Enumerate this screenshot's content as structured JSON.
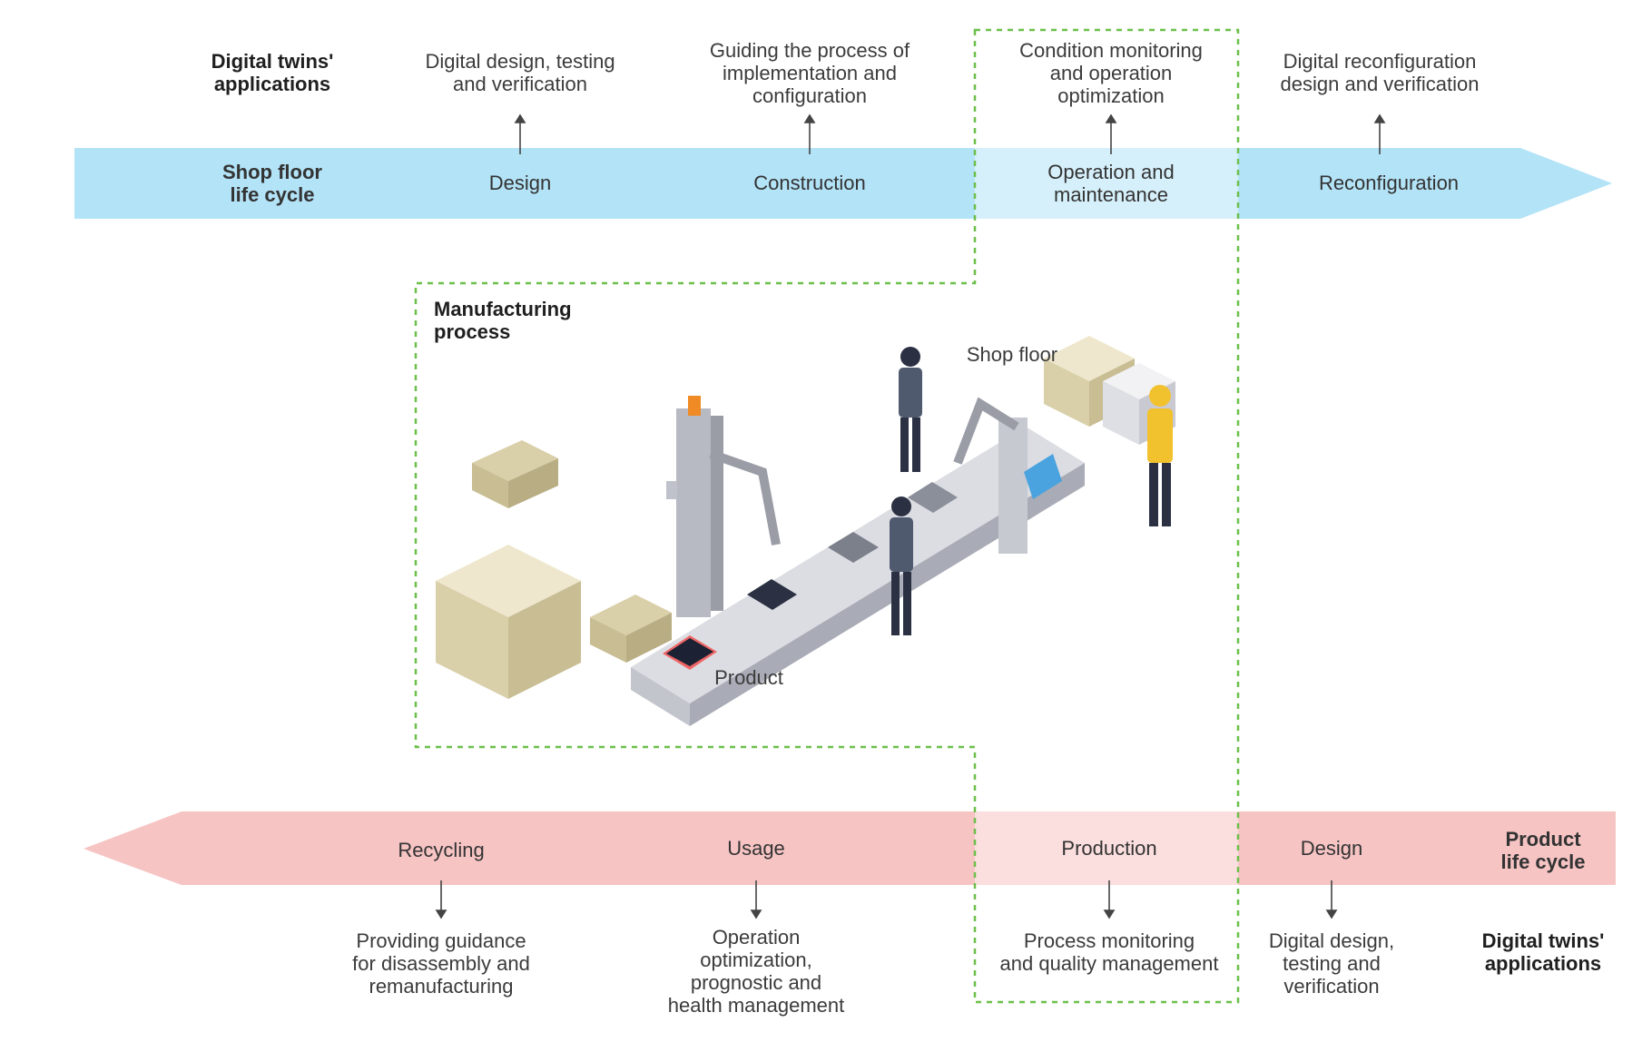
{
  "shop_floor": {
    "side_label": "Shop floor\nlife cycle",
    "apps_label": "Digital twins'\napplications",
    "stages": [
      {
        "name": "Design",
        "application": "Digital design, testing\nand verification"
      },
      {
        "name": "Construction",
        "application": "Guiding the process of\nimplementation and\nconfiguration"
      },
      {
        "name": "Operation and\nmaintenance",
        "application": "Condition monitoring\nand operation\noptimization"
      },
      {
        "name": "Reconfiguration",
        "application": "Digital reconfiguration\ndesign and verification"
      }
    ]
  },
  "manufacturing": {
    "title": "Manufacturing\nprocess",
    "shop_floor_label": "Shop floor",
    "product_label": "Product"
  },
  "product": {
    "side_label": "Product\nlife cycle",
    "apps_label": "Digital twins'\napplications",
    "stages": [
      {
        "name": "Recycling",
        "application": "Providing guidance\nfor disassembly and\nremanufacturing"
      },
      {
        "name": "Usage",
        "application": "Operation\noptimization,\nprognostic and\nhealth management"
      },
      {
        "name": "Production",
        "application": "Process monitoring\nand quality management"
      },
      {
        "name": "Design",
        "application": "Digital design,\ntesting and\nverification"
      }
    ]
  },
  "colors": {
    "shop_arrow": "#b3e3f7",
    "shop_highlight": "#d6f0fb",
    "product_arrow": "#f7c4c4",
    "product_highlight": "#fbdede",
    "dashed_outline": "#6cc04a"
  }
}
